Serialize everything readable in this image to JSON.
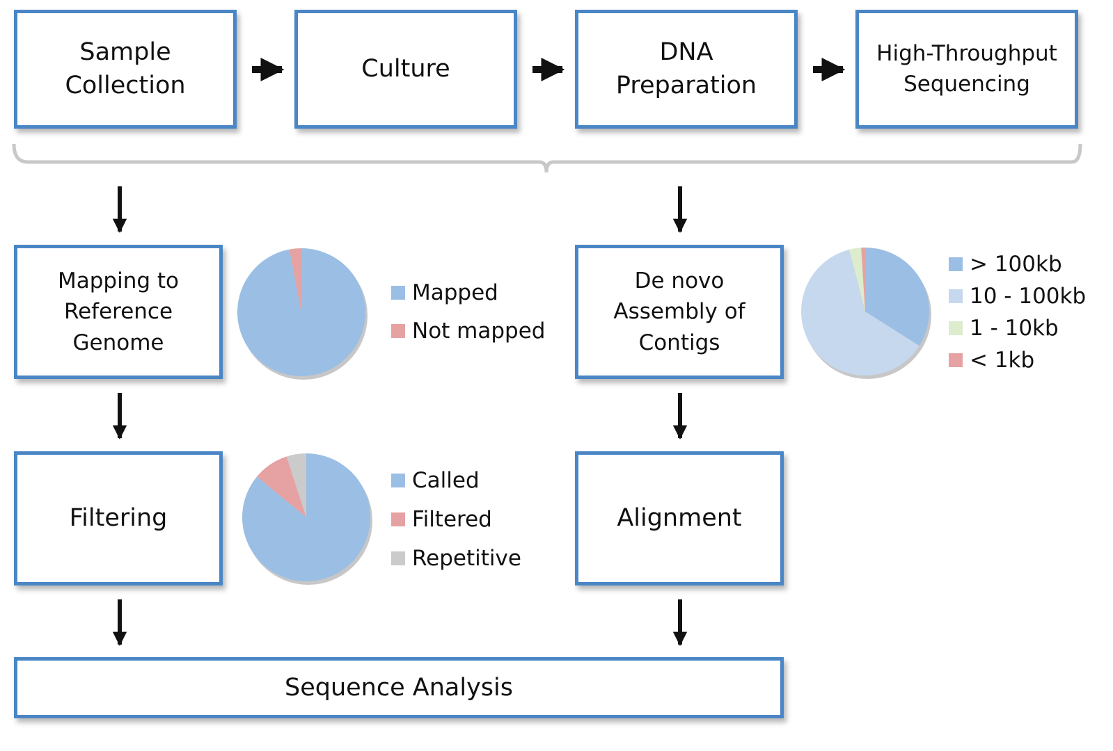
{
  "steps": {
    "sample_collection": "Sample\nCollection",
    "culture": "Culture",
    "dna_preparation": "DNA\nPreparation",
    "high_throughput_sequencing": "High-Throughput\nSequencing",
    "mapping": "Mapping to\nReference\nGenome",
    "de_novo": "De novo\nAssembly of\nContigs",
    "filtering": "Filtering",
    "alignment": "Alignment",
    "sequence_analysis": "Sequence Analysis"
  },
  "chart_data": [
    {
      "type": "pie",
      "title": "",
      "categories": [
        "Mapped",
        "Not mapped"
      ],
      "values": [
        97,
        3
      ],
      "colors": [
        "#9bbfe4",
        "#e6a2a3"
      ],
      "legend": "right"
    },
    {
      "type": "pie",
      "title": "",
      "categories": [
        "Called",
        "Filtered",
        "Repetitive"
      ],
      "values": [
        86,
        9,
        5
      ],
      "colors": [
        "#9bbfe4",
        "#e6a2a3",
        "#cbcbcb"
      ],
      "legend": "right"
    },
    {
      "type": "pie",
      "title": "",
      "categories": [
        "> 100kb",
        "10 - 100kb",
        "1 - 10kb",
        "< 1kb"
      ],
      "values": [
        34,
        62,
        3,
        1
      ],
      "colors": [
        "#9bbfe4",
        "#c6d8ed",
        "#dceccc",
        "#e6a2a3"
      ],
      "legend": "right"
    }
  ]
}
